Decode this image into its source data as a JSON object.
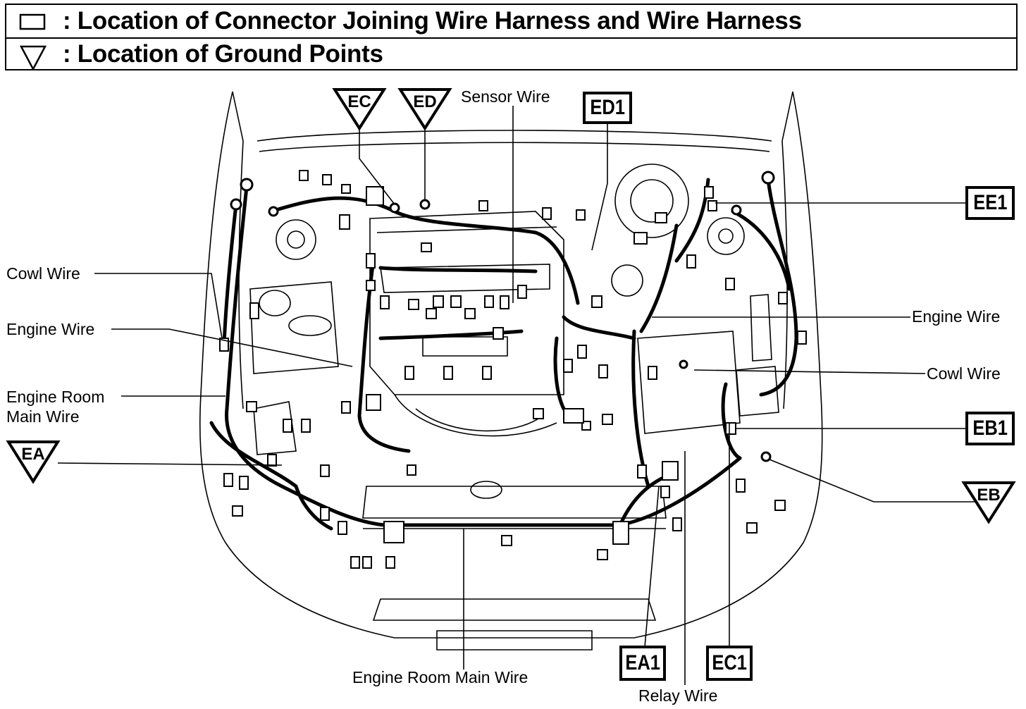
{
  "legend": {
    "connector_text": ":  Location of Connector Joining Wire Harness and Wire Harness",
    "ground_text": ":  Location of Ground Points"
  },
  "wire_labels": {
    "sensor_wire": "Sensor Wire",
    "cowl_wire_left": "Cowl Wire",
    "engine_wire_left": "Engine Wire",
    "engine_room_main_wire_left_1": "Engine Room",
    "engine_room_main_wire_left_2": "Main Wire",
    "engine_wire_right": "Engine Wire",
    "cowl_wire_right": "Cowl Wire",
    "engine_room_main_wire_bottom": "Engine Room Main Wire",
    "relay_wire": "Relay Wire"
  },
  "connectors": {
    "ed1": "ED1",
    "ee1": "EE1",
    "eb1": "EB1",
    "ea1": "EA1",
    "ec1": "EC1"
  },
  "ground_points": {
    "ec": "EC",
    "ed": "ED",
    "ea": "EA",
    "eb": "EB"
  }
}
